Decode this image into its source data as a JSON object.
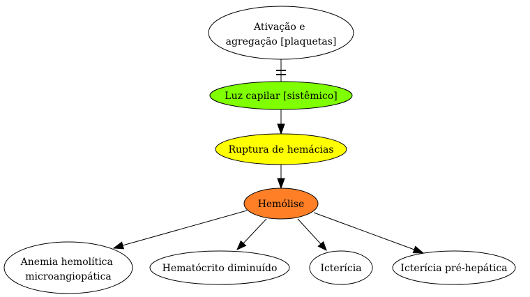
{
  "nodes": {
    "ativacao": {
      "lines": [
        "Ativação e",
        "agregação [plaquetas]"
      ],
      "fill": "#ffffff"
    },
    "luz": {
      "lines": [
        "Luz capilar [sistêmico]"
      ],
      "fill": "#7fff00"
    },
    "ruptura": {
      "lines": [
        "Ruptura de hemácias"
      ],
      "fill": "#ffff00"
    },
    "hemolise": {
      "lines": [
        "Hemólise"
      ],
      "fill": "#ff7f27"
    },
    "anemia": {
      "lines": [
        "Anemia hemolítica",
        "microangiopática"
      ],
      "fill": "#ffffff"
    },
    "hematocrito": {
      "lines": [
        "Hematócrito diminuído"
      ],
      "fill": "#ffffff"
    },
    "ictericia": {
      "lines": [
        "Icterícia"
      ],
      "fill": "#ffffff"
    },
    "ictericia_pre": {
      "lines": [
        "Icterícia pré-hepática"
      ],
      "fill": "#ffffff"
    }
  },
  "edges": [
    {
      "from": "ativacao",
      "to": "luz",
      "style": "tee"
    },
    {
      "from": "luz",
      "to": "ruptura",
      "style": "arrow"
    },
    {
      "from": "ruptura",
      "to": "hemolise",
      "style": "arrow"
    },
    {
      "from": "hemolise",
      "to": "anemia",
      "style": "arrow"
    },
    {
      "from": "hemolise",
      "to": "hematocrito",
      "style": "arrow"
    },
    {
      "from": "hemolise",
      "to": "ictericia",
      "style": "arrow"
    },
    {
      "from": "hemolise",
      "to": "ictericia_pre",
      "style": "arrow"
    }
  ]
}
